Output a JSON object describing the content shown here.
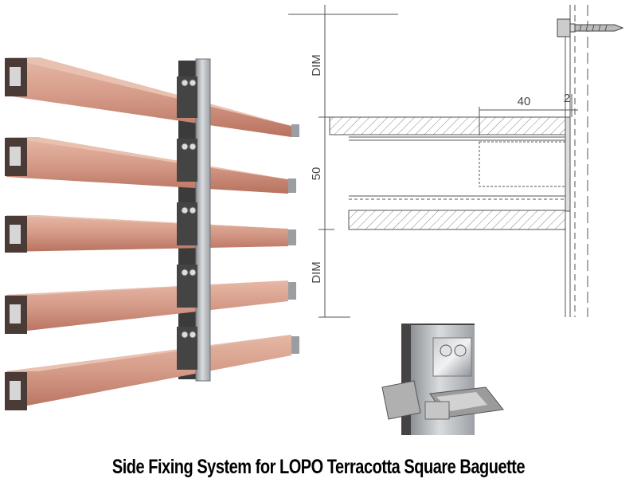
{
  "caption": "Side Fixing System for LOPO Terracotta Square Baguette",
  "section": {
    "dim_top": "DIM",
    "dim_bottom": "DIM",
    "height": "50",
    "depth": "40",
    "gap": "2"
  },
  "colors": {
    "terracotta": "#d49a87",
    "terracotta_dark": "#b8725f",
    "rail": "#b9bcbf",
    "clip": "#4a4a4a",
    "line": "#555555"
  }
}
